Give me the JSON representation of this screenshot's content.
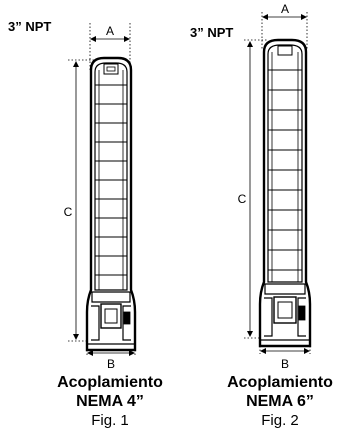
{
  "figures": [
    {
      "npt_label": "3” NPT",
      "dim_a": "A",
      "dim_b": "B",
      "dim_c": "C",
      "caption_line1": "Acoplamiento",
      "caption_line2": "NEMA 4”",
      "fig_label": "Fig. 1"
    },
    {
      "npt_label": "3” NPT",
      "dim_a": "A",
      "dim_b": "B",
      "dim_c": "C",
      "caption_line1": "Acoplamiento",
      "caption_line2": "NEMA 6”",
      "fig_label": "Fig. 2"
    }
  ]
}
